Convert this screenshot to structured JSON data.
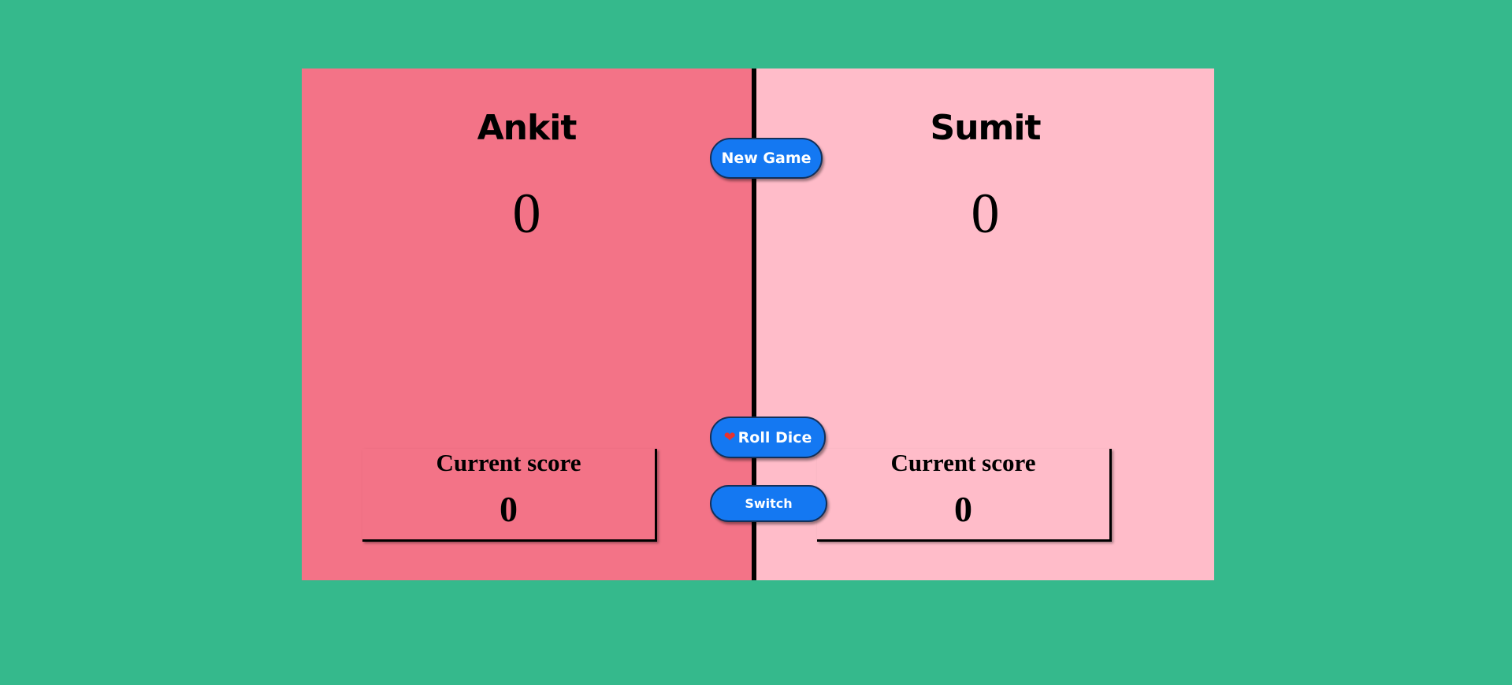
{
  "players": [
    {
      "name": "Ankit",
      "total": "0",
      "current_label": "Current score",
      "current": "0",
      "color": "#f37387"
    },
    {
      "name": "Sumit",
      "total": "0",
      "current_label": "Current score",
      "current": "0",
      "color": "#ffbcc9"
    }
  ],
  "controls": {
    "new_game": "New Game",
    "roll_dice": "Roll Dice",
    "roll_icon": "heart-icon",
    "switch": "Switch"
  },
  "colors": {
    "background": "#35b98c",
    "button": "#1478f2"
  }
}
